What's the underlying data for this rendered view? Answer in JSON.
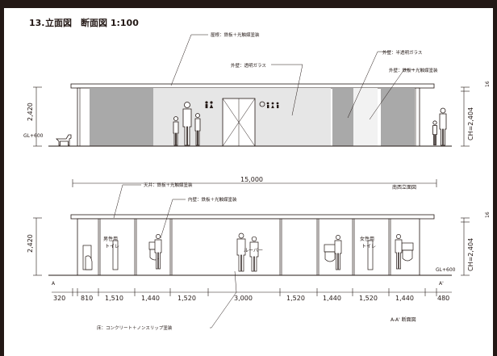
{
  "sheet": {
    "number": "13.",
    "title": "立面図　断面図 1:100"
  },
  "elevation": {
    "caption": "南西立面図",
    "notes": {
      "roof": "屋根：鉄板＋光触媒塗装",
      "wall_glass": "外壁：透明ガラス",
      "frosted_glass": "外壁：半透明ガラス",
      "wall_steel": "外壁：鉄板＋光触媒塗装"
    },
    "gl_label": "GL+600",
    "height_left": "2,420",
    "height_right": "CH=2,404",
    "height_right_small": "16",
    "width_dim": "15,000"
  },
  "section": {
    "caption": "A-A' 断面図",
    "notes": {
      "ceiling": "天井：鉄板＋光触媒塗装",
      "inner_wall": "内壁：鉄板＋光触媒塗装",
      "floor": "床：コンクリート＋ノンスリップ塗装"
    },
    "room_left": [
      "男性用",
      "トイレ"
    ],
    "room_center": "ルーバー",
    "room_right": [
      "女性用",
      "トイレ"
    ],
    "gl_label": "GL+600",
    "height_left": "2,420",
    "height_right": "CH=2,404",
    "height_right_small": "16",
    "marker_left": "A",
    "marker_right": "A'",
    "dims": [
      "320",
      "810",
      "1,510",
      "1,440",
      "1,520",
      "3,000",
      "1,520",
      "1,440",
      "1,520",
      "1,440",
      "480"
    ]
  },
  "colors": {
    "ink": "#231815",
    "panel_dark": "#a9a9a9",
    "panel_light": "#e6e6e6",
    "glass": "#f2f2f2"
  }
}
